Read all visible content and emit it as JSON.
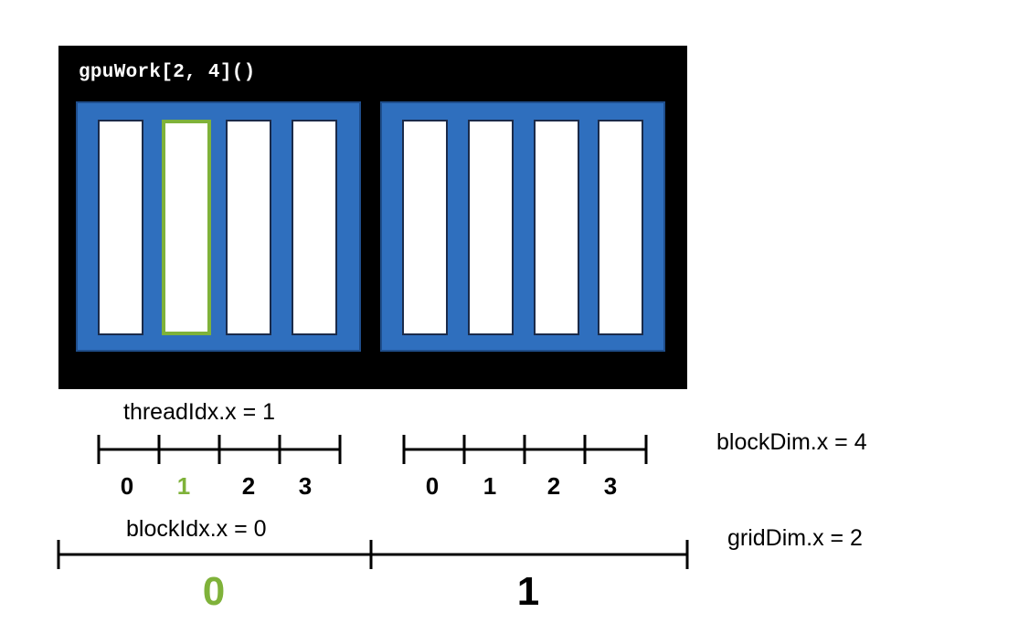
{
  "code": {
    "call": "gpuWork[2, 4]()"
  },
  "labels": {
    "thread_idx": "threadIdx.x = 1",
    "block_dim": "blockDim.x = 4",
    "block_idx": "blockIdx.x = 0",
    "grid_dim": "gridDim.x = 2"
  },
  "thread_ticks": {
    "block0": [
      "0",
      "1",
      "2",
      "3"
    ],
    "block1": [
      "0",
      "1",
      "2",
      "3"
    ]
  },
  "block_ticks": [
    "0",
    "1"
  ],
  "colors": {
    "highlight": "#7fb23a",
    "block": "#2f6fbe",
    "panel": "#000000",
    "text": "#000000"
  }
}
